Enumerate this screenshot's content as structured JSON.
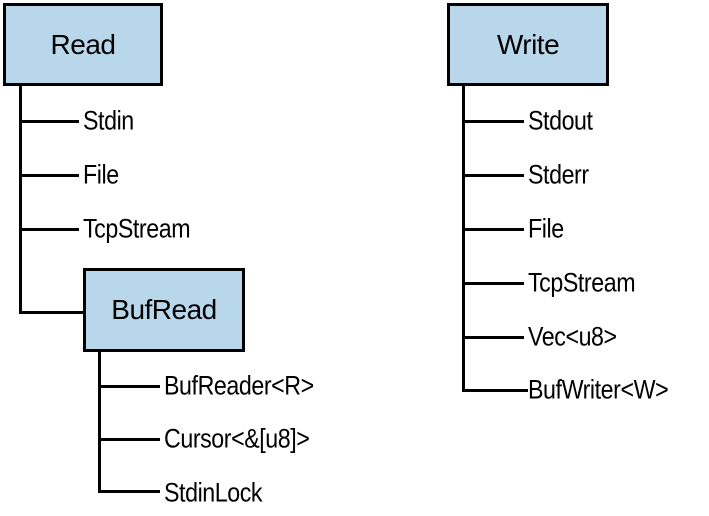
{
  "read": {
    "title": "Read",
    "items": [
      "Stdin",
      "File",
      "TcpStream"
    ],
    "bufread": {
      "title": "BufRead",
      "items": [
        "BufReader<R>",
        "Cursor<&[u8]>",
        "StdinLock"
      ]
    }
  },
  "write": {
    "title": "Write",
    "items": [
      "Stdout",
      "Stderr",
      "File",
      "TcpStream",
      "Vec<u8>",
      "BufWriter<W>"
    ]
  },
  "colors": {
    "box_fill": "#b9d7ea",
    "line": "#000000"
  }
}
